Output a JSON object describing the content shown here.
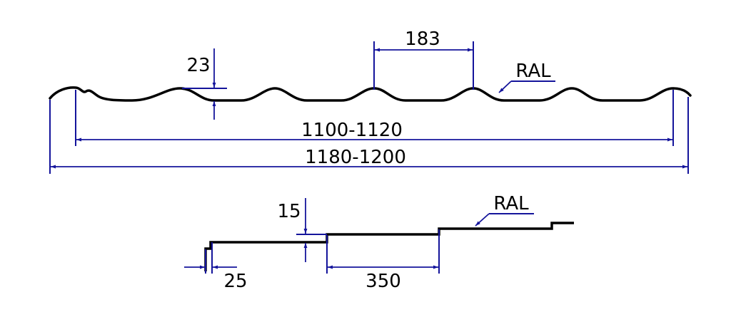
{
  "colors": {
    "dimension_line": "#14149b",
    "profile_line": "#000000",
    "background": "#ffffff"
  },
  "top_profile": {
    "wave_pitch_label": "183",
    "wave_height_label": "23",
    "coating_label": "RAL",
    "working_width_label": "1100-1120",
    "total_width_label": "1180-1200"
  },
  "bottom_profile": {
    "step_height_label": "15",
    "edge_label": "25",
    "step_length_label": "350",
    "coating_label": "RAL"
  }
}
